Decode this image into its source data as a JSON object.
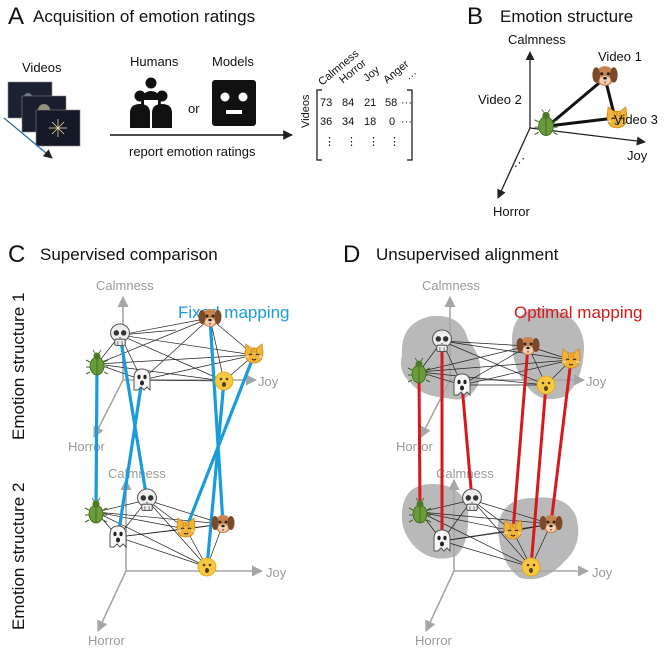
{
  "panel_a": {
    "letter": "A",
    "title": "Acquisition of emotion ratings",
    "videos_label": "Videos",
    "humans_label": "Humans",
    "models_label": "Models",
    "or_label": "or",
    "report_label": "report emotion ratings",
    "matrix": {
      "row_axis_label": "Videos",
      "columns": [
        "Calmness",
        "Horror",
        "Joy",
        "Anger",
        "···"
      ],
      "rows": [
        [
          "73",
          "84",
          "21",
          "58",
          "···"
        ],
        [
          "36",
          "34",
          "18",
          "0",
          "···"
        ],
        [
          "⋮",
          "⋮",
          "⋮",
          "⋮",
          ""
        ]
      ]
    }
  },
  "panel_b": {
    "letter": "B",
    "title": "Emotion structure",
    "axis_calmness": "Calmness",
    "axis_joy": "Joy",
    "axis_horror": "Horror",
    "video1": "Video 1",
    "video2": "Video 2",
    "video3": "Video 3"
  },
  "panel_c": {
    "letter": "C",
    "title": "Supervised comparison",
    "mapping_label": "Fixed mapping",
    "mapping_color": "#1a9bdb",
    "structure1_label": "Emotion structure 1",
    "structure2_label": "Emotion structure 2",
    "axis_calmness_top": "Calmness",
    "axis_joy_top": "Joy",
    "axis_horror_top": "Horror",
    "axis_calmness_bottom": "Calmness",
    "axis_joy_bottom": "Joy",
    "axis_horror_bottom": "Horror"
  },
  "panel_d": {
    "letter": "D",
    "title": "Unsupervised alignment",
    "mapping_label": "Optimal mapping",
    "mapping_color": "#d7191c",
    "axis_calmness_top": "Calmness",
    "axis_joy_top": "Joy",
    "axis_horror_top": "Horror",
    "axis_calmness_bottom": "Calmness",
    "axis_joy_bottom": "Joy",
    "axis_horror_bottom": "Horror"
  },
  "icons": [
    "skull-icon",
    "dog-icon",
    "cat-icon",
    "bug-icon",
    "ghost-icon",
    "face-icon",
    "people-icon",
    "robot-icon"
  ],
  "colors": {
    "axis_gray": "#a6a6a6",
    "cluster_gray": "#b9b9b9"
  }
}
